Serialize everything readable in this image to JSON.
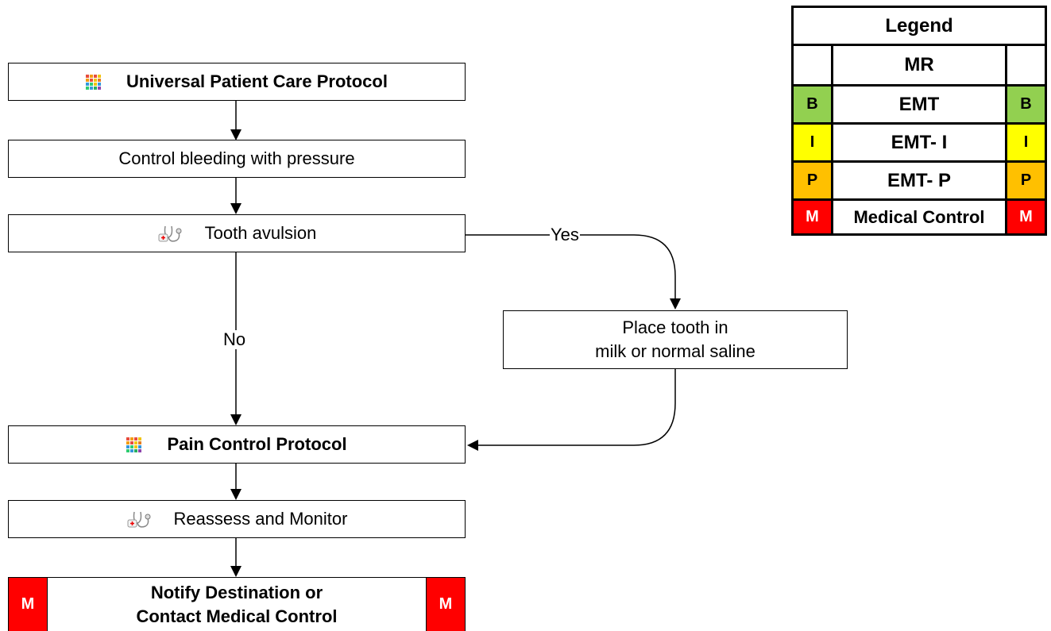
{
  "flowchart": {
    "universal_protocol": "Universal Patient Care Protocol",
    "control_bleeding": "Control bleeding with pressure",
    "tooth_avulsion": "Tooth avulsion",
    "place_tooth_line1": "Place tooth in",
    "place_tooth_line2": "milk or normal saline",
    "pain_control": "Pain Control Protocol",
    "reassess": "Reassess and Monitor",
    "notify_line1": "Notify Destination or",
    "notify_line2": "Contact Medical Control",
    "notify_badge": "M",
    "edge_yes": "Yes",
    "edge_no": "No"
  },
  "legend": {
    "title": "Legend",
    "rows": [
      {
        "left": "",
        "label": "MR",
        "right": "",
        "color": "#ffffff"
      },
      {
        "left": "B",
        "label": "EMT",
        "right": "B",
        "color": "#92d050"
      },
      {
        "left": "I",
        "label": "EMT- I",
        "right": "I",
        "color": "#ffff00"
      },
      {
        "left": "P",
        "label": "EMT- P",
        "right": "P",
        "color": "#ffc000"
      },
      {
        "left": "M",
        "label": "Medical Control",
        "right": "M",
        "color": "#ff0000"
      }
    ]
  },
  "colors": {
    "emt": "#92d050",
    "emt_i": "#ffff00",
    "emt_p": "#ffc000",
    "medical_control": "#ff0000"
  },
  "icons": {
    "protocol": "protocol-grid-icon",
    "assessment": "stethoscope-icon"
  }
}
